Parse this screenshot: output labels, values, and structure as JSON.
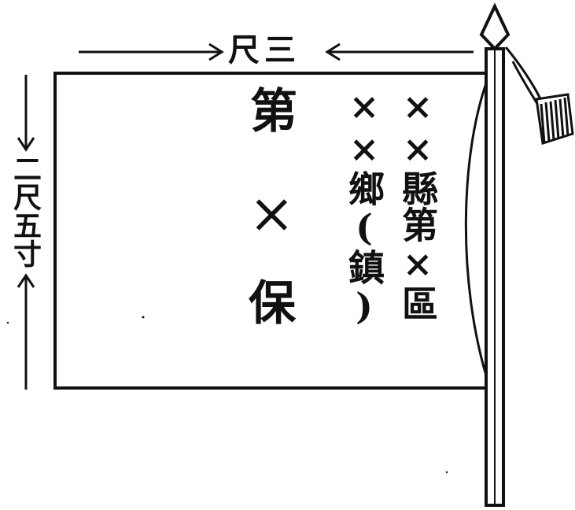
{
  "width_label": "尺三",
  "height_label": "二尺五寸",
  "flag": {
    "center_column": [
      "第",
      "×",
      "保"
    ],
    "right_column_1": "××縣第×區",
    "right_column_2": "××鄉(鎮)"
  }
}
